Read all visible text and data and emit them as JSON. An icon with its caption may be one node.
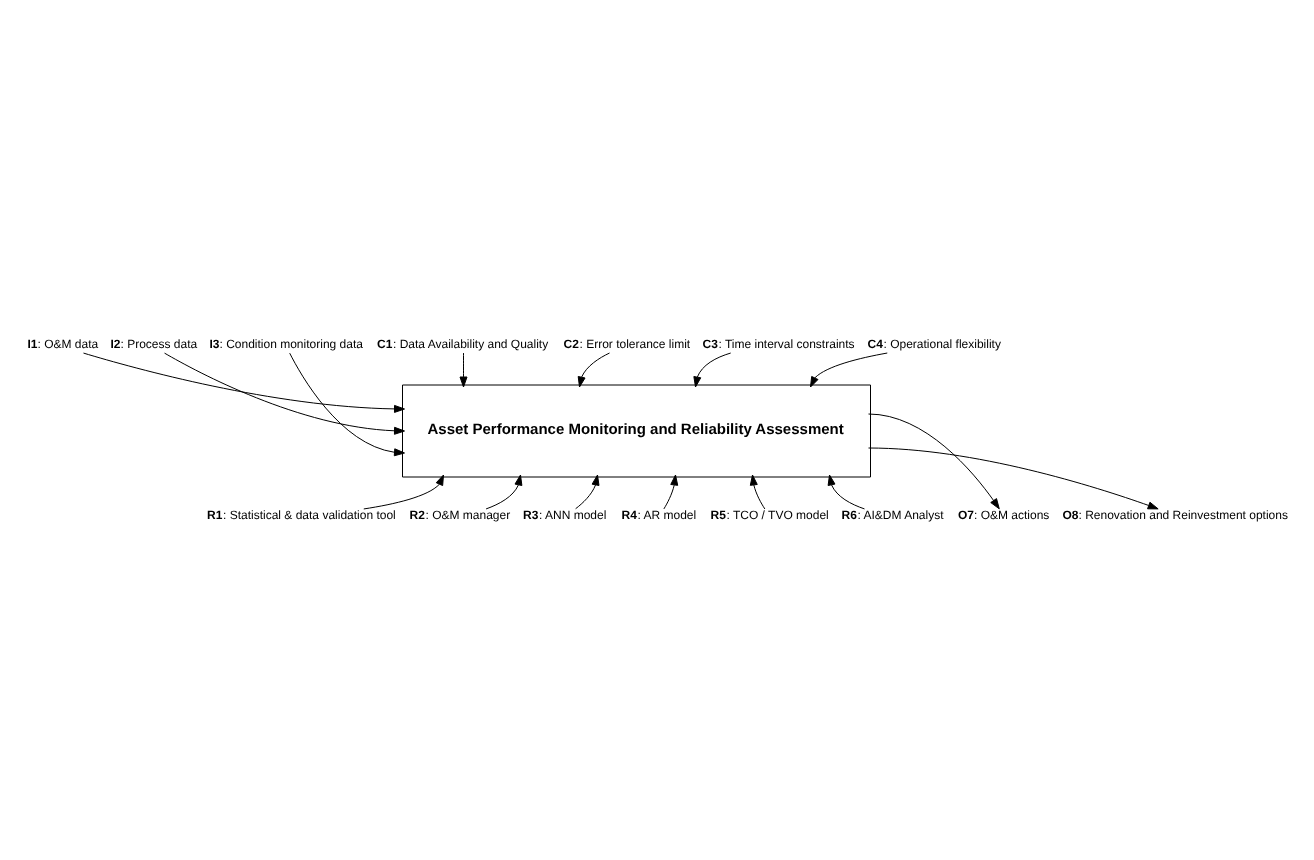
{
  "diagram": {
    "nodes": [
      {
        "text": [
          "Asset Performance Monitoring and Reliability Assessment"
        ]
      },
      {
        "text": [
          "I1: O&M data"
        ]
      },
      {
        "text": [
          "I2: Process data"
        ]
      },
      {
        "text": [
          "I3: Condition monitoring data"
        ]
      },
      {
        "text": [
          "C1: Data Availability and Quality"
        ]
      },
      {
        "text": [
          "C2: Error tolerance limit"
        ]
      },
      {
        "text": [
          "C3: Time interval constraints"
        ]
      },
      {
        "text": [
          "C4: Operational flexibility"
        ]
      },
      {
        "text": [
          "O7: O&M actions"
        ]
      },
      {
        "text": [
          "O8: Renovation and Reinvestment options"
        ]
      },
      {
        "text": [
          "R1: Statistical & data validation tool"
        ]
      },
      {
        "text": [
          "R2: O&M manager"
        ]
      },
      {
        "text": [
          "R3: ANN model"
        ]
      },
      {
        "text": [
          "R4: AR model"
        ]
      },
      {
        "text": [
          "R5: TCO / TVO model"
        ]
      },
      {
        "text": [
          "R6: AI&DM Analyst"
        ]
      }
    ],
    "edges": [
      {
        "from": 1,
        "to": 0,
        "arrow": "to"
      },
      {
        "from": 2,
        "to": 0,
        "arrow": "to"
      },
      {
        "from": 3,
        "to": 0,
        "arrow": "to"
      },
      {
        "from": 4,
        "to": 0,
        "arrow": "to"
      },
      {
        "from": 5,
        "to": 0,
        "arrow": "to"
      },
      {
        "from": 6,
        "to": 0,
        "arrow": "to"
      },
      {
        "from": 7,
        "to": 0,
        "arrow": "to"
      },
      {
        "from": 0,
        "to": 8,
        "arrow": "to"
      },
      {
        "from": 0,
        "to": 9,
        "arrow": "to"
      },
      {
        "from": 10,
        "to": 0,
        "arrow": "to"
      },
      {
        "from": 11,
        "to": 0,
        "arrow": "to"
      },
      {
        "from": 12,
        "to": 0,
        "arrow": "to"
      },
      {
        "from": 13,
        "to": 0,
        "arrow": "to"
      },
      {
        "from": 14,
        "to": 0,
        "arrow": "to"
      },
      {
        "from": 15,
        "to": 0,
        "arrow": "to"
      }
    ]
  }
}
